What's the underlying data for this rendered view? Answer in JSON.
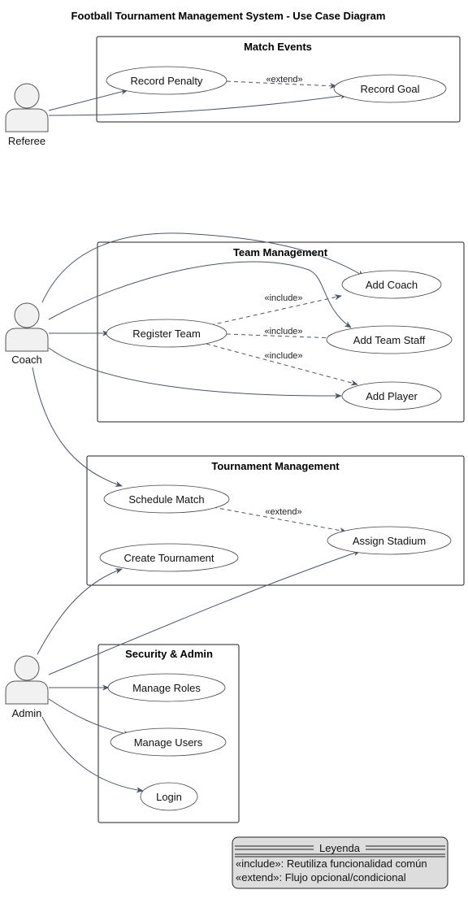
{
  "title": "Football Tournament Management System - Use Case Diagram",
  "actors": {
    "referee": "Referee",
    "coach": "Coach",
    "admin": "Admin"
  },
  "packages": {
    "match_events": {
      "title": "Match Events",
      "use_cases": {
        "record_penalty": "Record Penalty",
        "record_goal": "Record Goal"
      }
    },
    "team_management": {
      "title": "Team Management",
      "use_cases": {
        "add_coach": "Add Coach",
        "register_team": "Register Team",
        "add_team_staff": "Add Team Staff",
        "add_player": "Add Player"
      }
    },
    "tournament_management": {
      "title": "Tournament Management",
      "use_cases": {
        "schedule_match": "Schedule Match",
        "assign_stadium": "Assign Stadium",
        "create_tournament": "Create Tournament"
      }
    },
    "security_admin": {
      "title": "Security & Admin",
      "use_cases": {
        "manage_roles": "Manage Roles",
        "manage_users": "Manage Users",
        "login": "Login"
      }
    }
  },
  "stereotypes": {
    "extend": "«extend»",
    "include": "«include»"
  },
  "legend": {
    "title": "Leyenda",
    "include_line": "«include»: Reutiliza funcionalidad común",
    "extend_line": "«extend»: Flujo opcional/condicional"
  },
  "colors": {
    "edge": "#4c5566",
    "actor_fill": "#f1f1f1",
    "legend_fill": "#dddddd"
  }
}
